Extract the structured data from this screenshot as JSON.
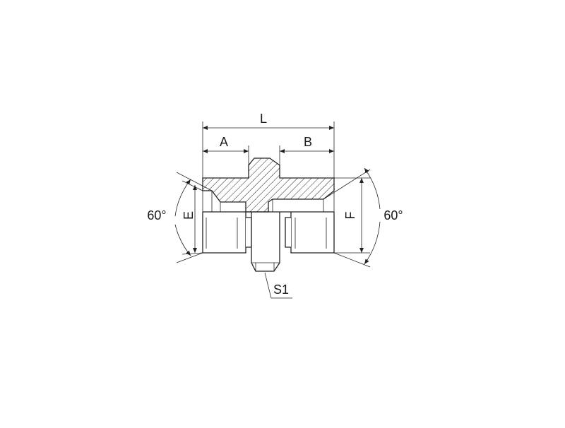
{
  "labels": {
    "overall_length": "L",
    "left_length": "A",
    "right_length": "B",
    "left_diameter": "E",
    "right_diameter": "F",
    "left_angle": "60°",
    "right_angle": "60°",
    "hex_size": "S1"
  },
  "colors": {
    "line": "#222222",
    "hatch": "#222222",
    "background": "#ffffff"
  }
}
